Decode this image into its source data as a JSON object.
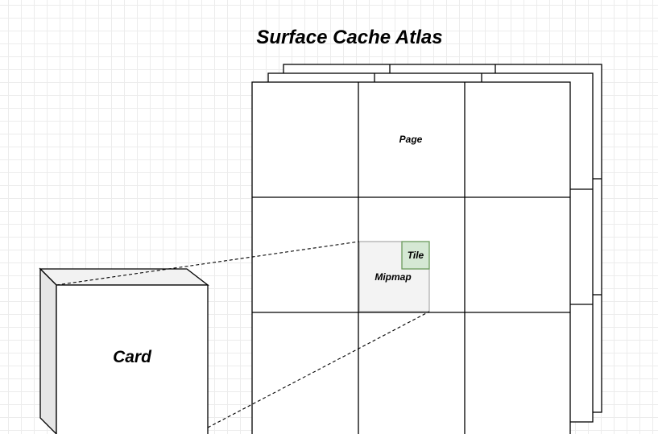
{
  "title": "Surface Cache Atlas",
  "labels": {
    "page": "Page",
    "tile": "Tile",
    "mipmap": "Mipmap",
    "card": "Card"
  },
  "colors": {
    "grid": "#ececec",
    "outline": "#000000",
    "mipmap_fill": "#f3f3f3",
    "tile_fill": "#d5e8d4",
    "tile_stroke": "#6b9a5c",
    "card_side": "#e6e6e6",
    "card_top": "#f2f2f2"
  }
}
